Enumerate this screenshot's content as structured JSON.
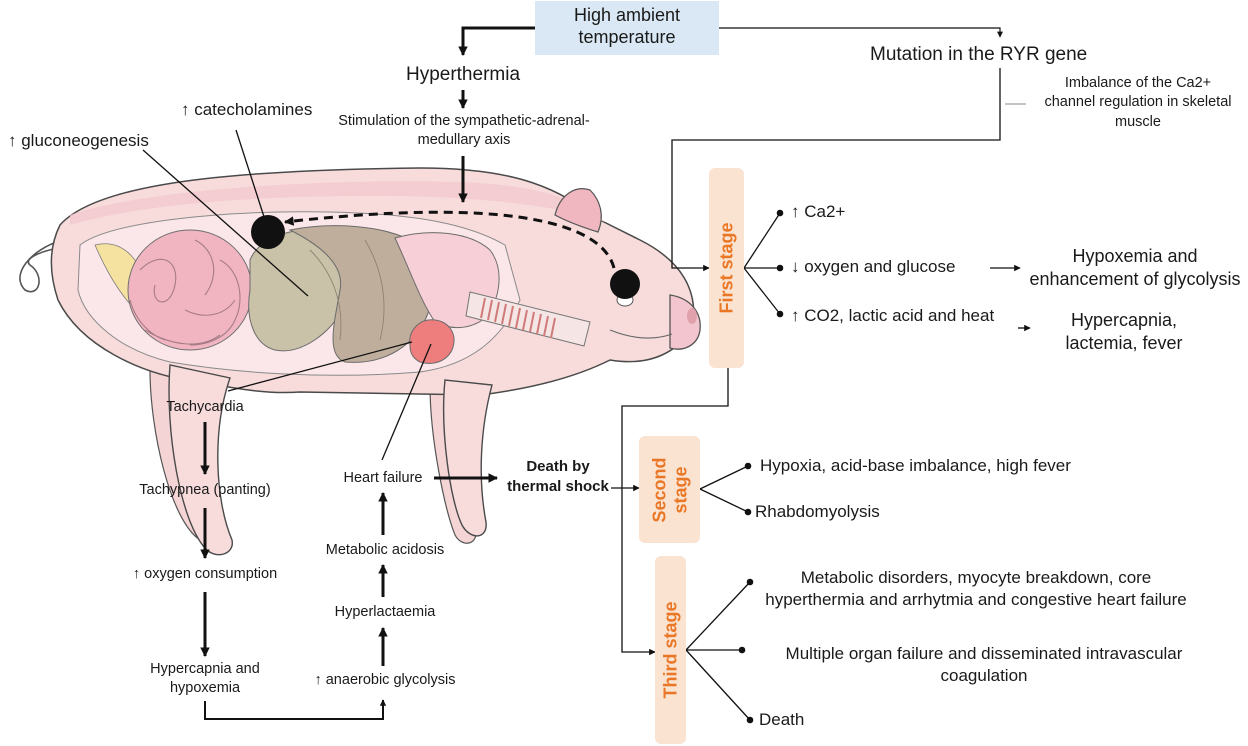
{
  "header": {
    "title": "High ambient temperature"
  },
  "pathway": {
    "hyperthermia": "Hyperthermia",
    "stimulation": "Stimulation of the sympathetic-adrenal-medullary axis",
    "catecholamines": "↑ catecholamines",
    "gluconeogenesis": "↑ gluconeogenesis",
    "mutation": "Mutation in the RYR gene",
    "imbalance": "Imbalance of the Ca2+ channel regulation in skeletal muscle"
  },
  "left_chain": {
    "tachycardia": "Tachycardia",
    "tachypnea": "Tachypnea (panting)",
    "oxygen_consumption": "↑ oxygen consumption",
    "hypercapnia_hypoxemia": "Hypercapnia and hypoxemia",
    "anaerobic_glycolysis": "↑ anaerobic glycolysis",
    "hyperlactaemia": "Hyperlactaemia",
    "metabolic_acidosis": "Metabolic acidosis",
    "heart_failure": "Heart failure",
    "death_thermal": "Death by thermal shock"
  },
  "stages": {
    "first": {
      "label": "First stage",
      "items": [
        "↑ Ca2+",
        "↓ oxygen and glucose",
        "↑ CO2, lactic acid and heat"
      ],
      "outcomes": [
        "Hypoxemia and enhancement of glycolysis",
        "Hypercapnia, lactemia, fever"
      ]
    },
    "second": {
      "label": "Second stage",
      "items": [
        "Hypoxia, acid-base imbalance, high fever",
        "Rhabdomyolysis"
      ]
    },
    "third": {
      "label": "Third stage",
      "items": [
        "Metabolic disorders, myocyte breakdown, core hyperthermia and arrhytmia and congestive heart failure",
        "Multiple organ failure and disseminated intravascular coagulation",
        "Death"
      ]
    }
  },
  "colors": {
    "header_bg": "#d9e8f4",
    "stage_bg": "#fbe3d2",
    "stage_text": "#e97725",
    "pig_skin": "#f8dcdc",
    "pig_outline": "#4a4a4a"
  }
}
